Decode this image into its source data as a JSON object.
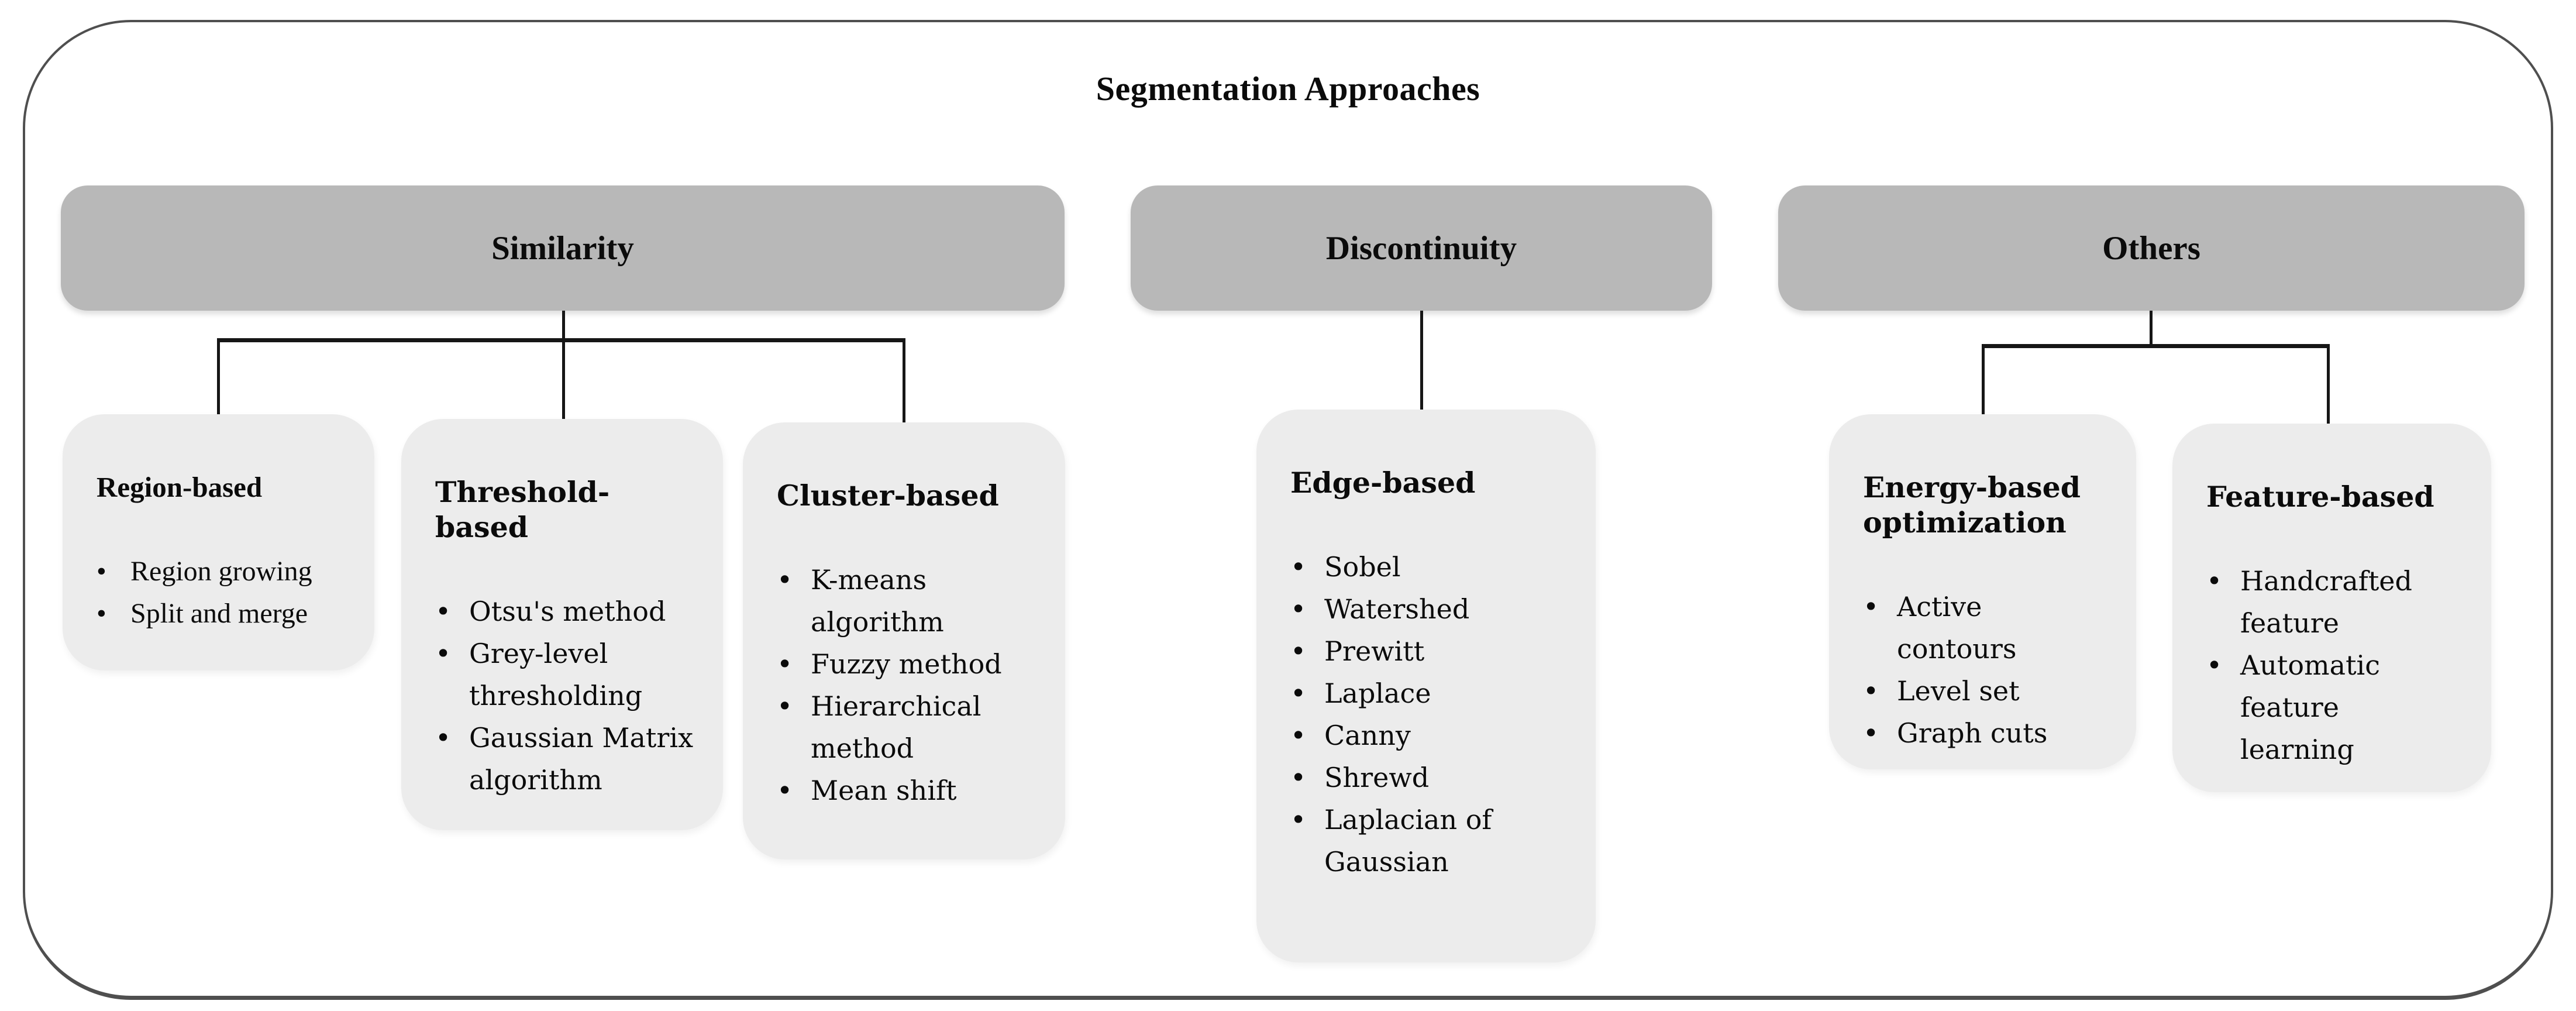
{
  "title": "Segmentation Approaches",
  "colors": {
    "header_fill": "#b8b8b8",
    "child_box_fill": "#ececec",
    "outer_border": "#4f4f4f",
    "connector_line": "#161616",
    "text": "#0b0b0b",
    "background": "#ffffff"
  },
  "groups": [
    {
      "label": "Similarity",
      "children": [
        {
          "title": "Region-based",
          "items": [
            "Region growing",
            "Split and merge"
          ]
        },
        {
          "title": "Threshold-based",
          "items": [
            "Otsu's method",
            "Grey-level\nthresholding",
            "Gaussian Matrix\nalgorithm"
          ]
        },
        {
          "title": "Cluster-based",
          "items": [
            "K-means\nalgorithm",
            "Fuzzy method",
            "Hierarchical\nmethod",
            "Mean shift"
          ]
        }
      ]
    },
    {
      "label": "Discontinuity",
      "children": [
        {
          "title": "Edge-based",
          "items": [
            "Sobel",
            "Watershed",
            "Prewitt",
            "Laplace",
            "Canny",
            "Shrewd",
            "Laplacian of\nGaussian"
          ]
        }
      ]
    },
    {
      "label": "Others",
      "children": [
        {
          "title": "Energy-based\noptimization",
          "items": [
            "Active contours",
            "Level set",
            "Graph cuts"
          ]
        },
        {
          "title": "Feature-based",
          "items": [
            "Handcrafted\nfeature",
            "Automatic feature\nlearning"
          ]
        }
      ]
    }
  ]
}
